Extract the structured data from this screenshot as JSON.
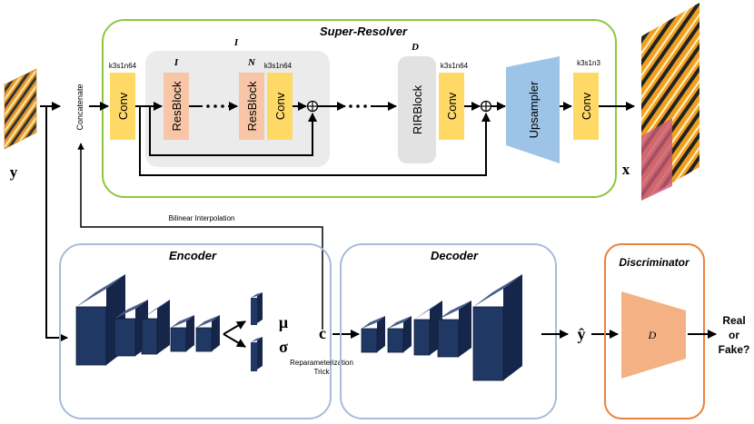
{
  "super_resolver": {
    "title": "Super-Resolver",
    "outer_group_label": "I",
    "resblock_group_label": "I",
    "resblock_count_label": "N",
    "rirblock_count_label": "D",
    "concat_label": "Concatenate",
    "conv_spec": "k3s1n64",
    "final_conv_spec": "k3s1n3",
    "conv_label": "Conv",
    "resblock_label": "ResBlock",
    "rirblock_label": "RIRBlock",
    "upsampler_label": "Upsampler",
    "input_label": "y",
    "output_label": "x"
  },
  "bilinear_label": "Bilinear Interpolation",
  "encoder": {
    "title": "Encoder",
    "mu_label": "μ",
    "sigma_label": "σ"
  },
  "reparam": {
    "line1": "Reparameterization",
    "line2": "Trick",
    "code_label": "c"
  },
  "decoder": {
    "title": "Decoder",
    "output_label": "ŷ"
  },
  "discriminator": {
    "title": "Discriminator",
    "block_label": "D",
    "verdict_line1": "Real",
    "verdict_line2": "or",
    "verdict_line3": "Fake?"
  },
  "colors": {
    "sr_border": "#8cc83c",
    "enc_border": "#a9bcd8",
    "disc_border": "#e8823c",
    "conv_fill": "#ffd966",
    "resblock_fill": "#f8c6a6",
    "upsampler_fill": "#9dc3e6",
    "rirblock_fill": "#e2e2e2",
    "group_fill": "#ebebeb",
    "net_block": "#1f3864",
    "disc_fill": "#f4b183"
  }
}
